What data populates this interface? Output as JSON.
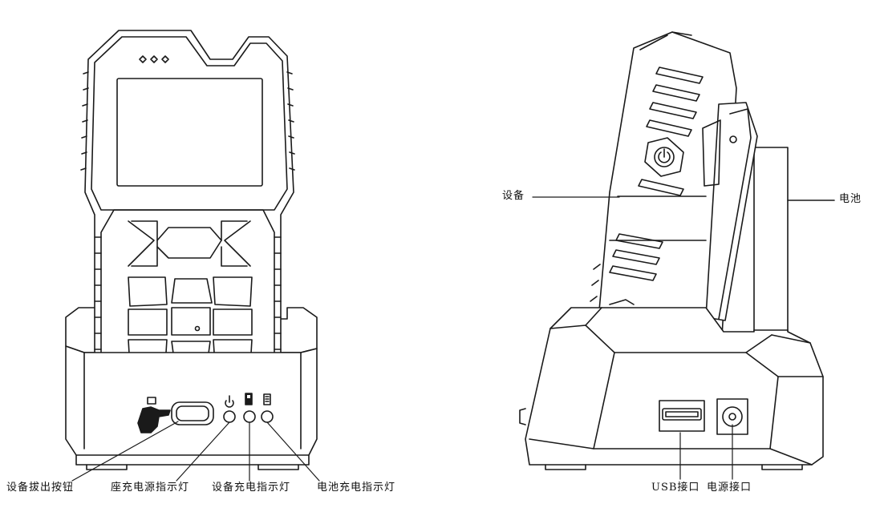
{
  "labels": {
    "eject_button": "设备拔出按钮",
    "dock_power_indicator": "座充电源指示灯",
    "device_charge_indicator": "设备充电指示灯",
    "battery_charge_indicator": "电池充电指示灯",
    "usb_port": "USB接口",
    "power_port": "电源接口",
    "device": "设备",
    "battery": "电池"
  }
}
